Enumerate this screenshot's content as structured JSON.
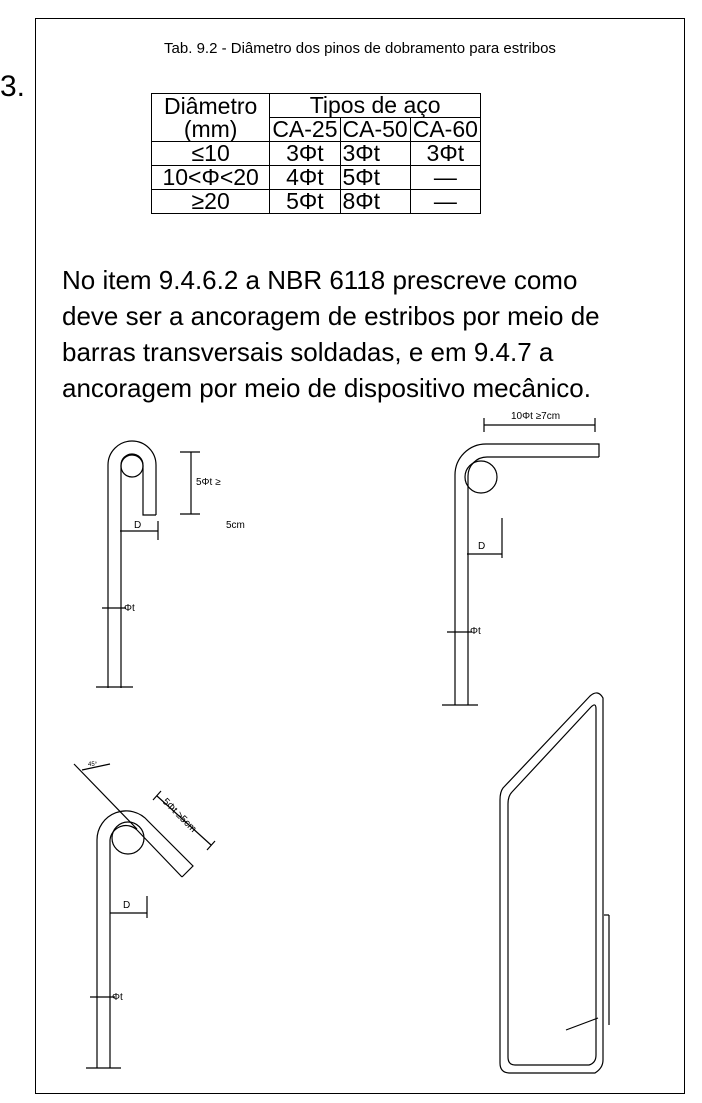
{
  "stray_char": "3.",
  "caption": "Tab. 9.2 - Diâmetro dos pinos de dobramento  para estribos",
  "table": {
    "head_diam_line1": "Diâmetro",
    "head_diam_line2": "(mm)",
    "head_types": "Tipos de aço",
    "col_labels": [
      "CA-25",
      "CA-50",
      "CA-60"
    ],
    "rows": [
      {
        "label": "≤10",
        "values": [
          "3Φt",
          "3Φt",
          "3Φt"
        ]
      },
      {
        "label": "10<Φ<20",
        "values": [
          "4Φt",
          "5Φt",
          "—"
        ]
      },
      {
        "label": "≥20",
        "values": [
          "5Φt",
          "8Φt",
          "—"
        ]
      }
    ]
  },
  "paragraph": {
    "lines": [
      "No item 9.4.6.2 a NBR 6118 prescreve como",
      "deve ser a ancoragem de estribos por meio de",
      "barras transversais soldadas, e em 9.4.7 a",
      "ancoragem por meio de dispositivo mecânico."
    ]
  },
  "figures": {
    "fig1": {
      "hook_dim": "5Φt ≥",
      "hook_dim_2": "5cm",
      "pin_dim": "D",
      "bar_dim": "Φt"
    },
    "fig2": {
      "hook_dim": "10Φt ≥7cm",
      "pin_dim": "D",
      "bar_dim": "Φt"
    },
    "fig3": {
      "angle": "45°",
      "hook_dim": "5Φt ≥5cm",
      "pin_dim": "D",
      "bar_dim": "Φt"
    },
    "fig4": {
      "description_icon": "closed-stirrup-outline"
    }
  }
}
